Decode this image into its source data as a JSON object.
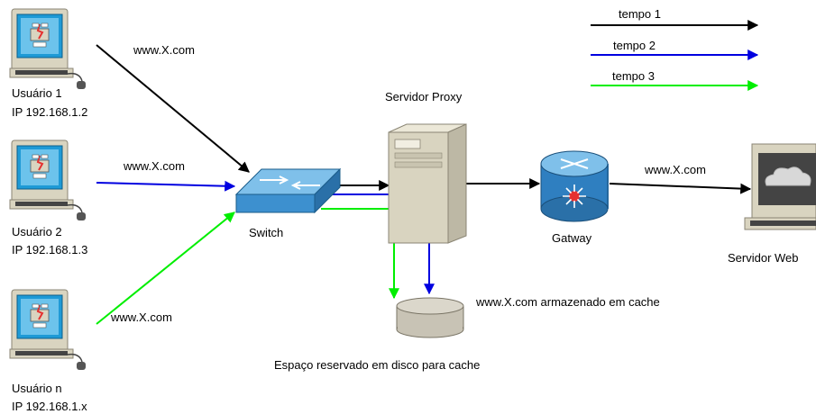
{
  "colors": {
    "tempo1": "#000000",
    "tempo2": "#0000e0",
    "tempo3": "#00ee00",
    "monitor_blue": "#1e9ad6",
    "beige": "#d9d4c0",
    "switch_blue": "#3d90cf",
    "gateway_blue": "#2f7fc0",
    "disk": "#c8c3b5"
  },
  "legend": {
    "tempo1": "tempo 1",
    "tempo2": "tempo 2",
    "tempo3": "tempo 3"
  },
  "users": [
    {
      "name": "Usuário 1",
      "ip": "IP 192.168.1.2",
      "request": "www.X.com"
    },
    {
      "name": "Usuário 2",
      "ip": "IP 192.168.1.3",
      "request": "www.X.com"
    },
    {
      "name": "Usuário n",
      "ip": "IP 192.168.1.x",
      "request": "www.X.com"
    }
  ],
  "switch": {
    "label": "Switch"
  },
  "proxy": {
    "label": "Servidor Proxy"
  },
  "gateway": {
    "label": "Gatway",
    "request": "www.X.com"
  },
  "web_server": {
    "label": "Servidor Web"
  },
  "cache": {
    "stored_label": "www.X.com armazenado em cache",
    "disk_label": "Espaço reservado em disco para cache"
  },
  "icons": {
    "user_pc": "workstation-icon",
    "switch": "switch-icon",
    "proxy": "server-tower-icon",
    "gateway": "router-icon",
    "web_server": "cloud-monitor-icon",
    "cache": "disk-cylinder-icon"
  }
}
